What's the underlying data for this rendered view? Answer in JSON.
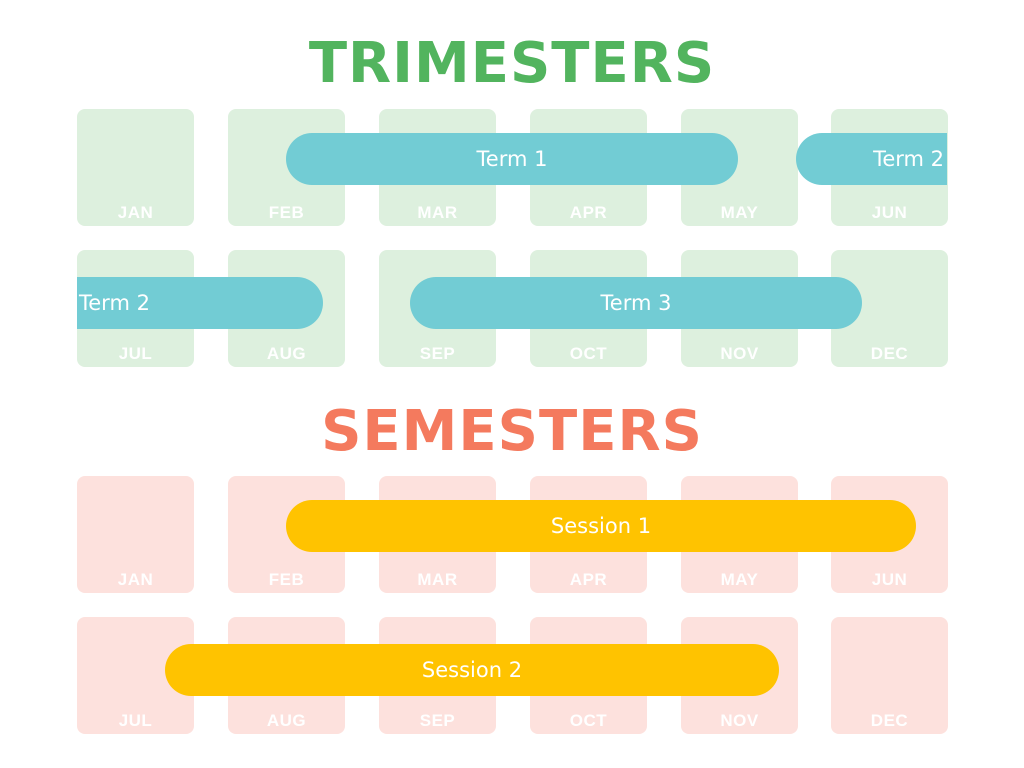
{
  "colors": {
    "trimester_title": "#52b45e",
    "semester_title": "#f47a5e",
    "trimester_box": "#ddf0de",
    "semester_box": "#fde1dd",
    "trimester_bar": "#72ccd4",
    "semester_bar": "#ffc300"
  },
  "trimesters": {
    "title": "TRIMESTERS",
    "rows": [
      [
        "JAN",
        "FEB",
        "MAR",
        "APR",
        "MAY",
        "JUN"
      ],
      [
        "JUL",
        "AUG",
        "SEP",
        "OCT",
        "NOV",
        "DEC"
      ]
    ],
    "terms": [
      {
        "label": "Term 1",
        "start": "FEB",
        "end": "MAY"
      },
      {
        "label": "Term 2",
        "start": "JUN",
        "end": "AUG"
      },
      {
        "label": "Term 3",
        "start": "SEP",
        "end": "DEC"
      }
    ]
  },
  "semesters": {
    "title": "SEMESTERS",
    "rows": [
      [
        "JAN",
        "FEB",
        "MAR",
        "APR",
        "MAY",
        "JUN"
      ],
      [
        "JUL",
        "AUG",
        "SEP",
        "OCT",
        "NOV",
        "DEC"
      ]
    ],
    "sessions": [
      {
        "label": "Session 1",
        "start": "FEB",
        "end": "JUN"
      },
      {
        "label": "Session 2",
        "start": "JUL",
        "end": "NOV"
      }
    ]
  }
}
